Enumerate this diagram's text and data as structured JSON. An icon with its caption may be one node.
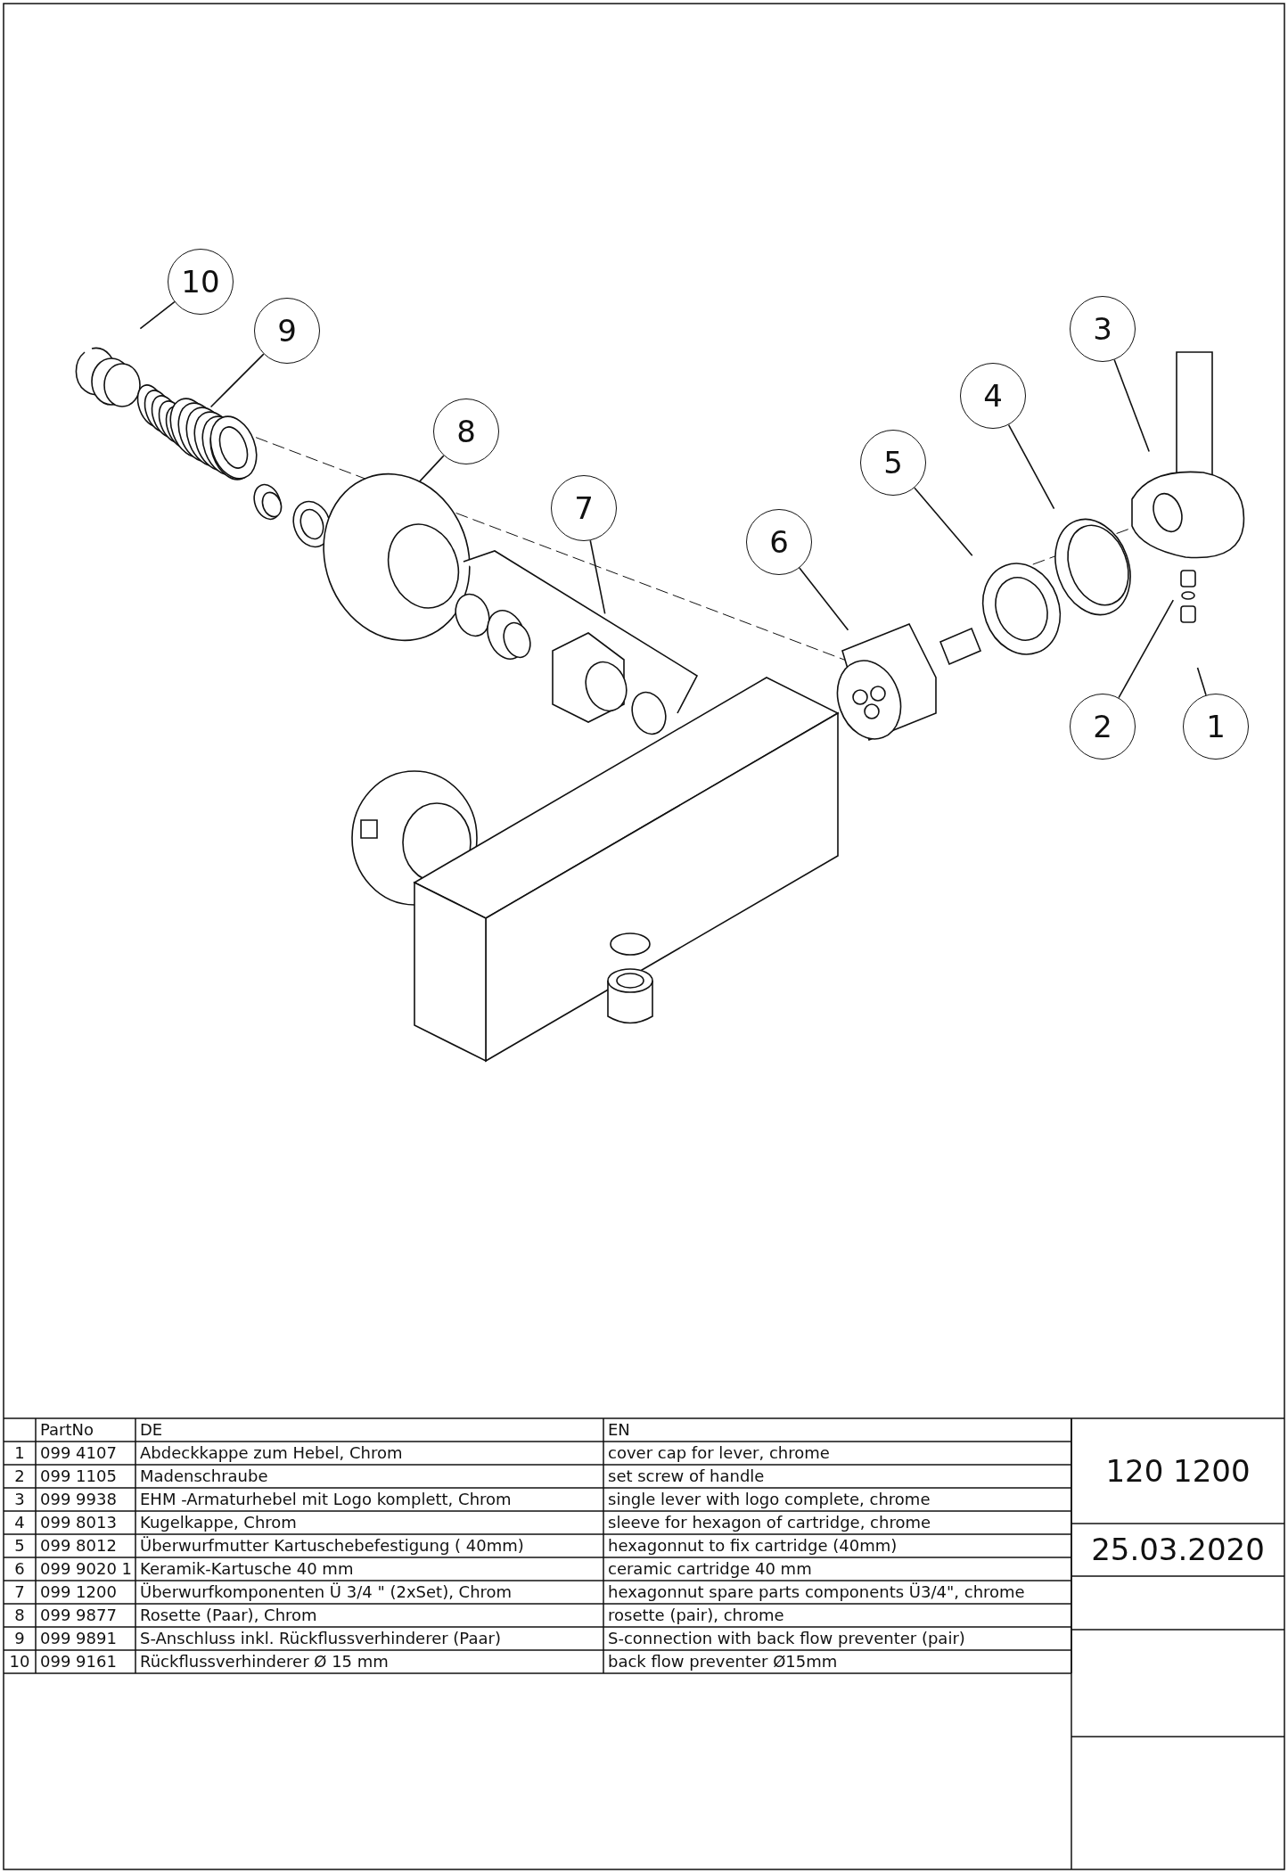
{
  "diagram": {
    "nodes": [
      {
        "text": [
          "10"
        ]
      },
      {
        "text": [
          "3"
        ]
      },
      {
        "text": [
          "9"
        ]
      },
      {
        "text": [
          "4"
        ]
      },
      {
        "text": [
          "8"
        ]
      },
      {
        "text": [
          "5"
        ]
      },
      {
        "text": [
          "7"
        ]
      },
      {
        "text": [
          "6"
        ]
      },
      {
        "text": [
          "2"
        ]
      },
      {
        "text": [
          "1"
        ]
      }
    ],
    "edges": [
      {
        "from": 0,
        "to": null,
        "arrow": "none"
      },
      {
        "from": 1,
        "to": null,
        "arrow": "none"
      },
      {
        "from": 2,
        "to": null,
        "arrow": "none"
      },
      {
        "from": 3,
        "to": null,
        "arrow": "none"
      },
      {
        "from": 4,
        "to": null,
        "arrow": "none"
      },
      {
        "from": 5,
        "to": null,
        "arrow": "none"
      },
      {
        "from": 6,
        "to": null,
        "arrow": "none"
      },
      {
        "from": 7,
        "to": null,
        "arrow": "none"
      },
      {
        "from": 8,
        "to": null,
        "arrow": "none"
      },
      {
        "from": 9,
        "to": null,
        "arrow": "none"
      }
    ],
    "labels": [
      "PartNo",
      "DE",
      "EN",
      "1",
      "099 4107",
      "Abdeckkappe zum Hebel, Chrom",
      "cover cap for lever, chrome",
      "2",
      "099 1105",
      "Madenschraube",
      "set screw of handle",
      "3",
      "099 9938",
      "EHM -Armaturhebel mit Logo komplett, Chrom",
      "single lever with logo complete, chrome",
      "4",
      "099 8013",
      "Kugelkappe, Chrom",
      "sleeve for hexagon of cartridge, chrome",
      "5",
      "099 8012",
      "Überwurfmutter Kartuschebefestigung ( 40mm)",
      "hexagonnut to fix cartridge (40mm)",
      "6",
      "099 9020 1",
      "Keramik-Kartusche 40 mm",
      "ceramic cartridge 40 mm",
      "7",
      "099 1200",
      "Überwurfkomponenten  Ü 3/4 \" (2xSet), Chrom",
      "hexagonnut spare parts components Ü3/4\", chrome",
      "8",
      "099 9877",
      "Rosette (Paar), Chrom",
      "rosette (pair), chrome",
      "9",
      "099 9891",
      "S-Anschluss inkl. Rückflussverhinderer (Paar)",
      "S-connection with back flow preventer (pair)",
      "10",
      "099 9161",
      "Rückflussverhinderer Ø 15 mm",
      "back flow preventer Ø15mm",
      "120 1200",
      "25.03.2020"
    ]
  }
}
